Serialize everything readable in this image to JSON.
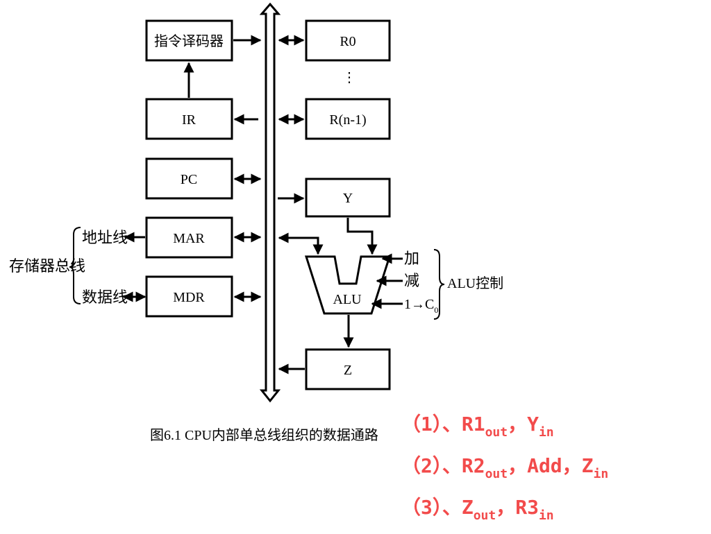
{
  "blocks": {
    "decoder": "指令译码器",
    "ir": "IR",
    "pc": "PC",
    "mar": "MAR",
    "mdr": "MDR",
    "r0": "R0",
    "vdots": "⋮",
    "rn1": "R(n-1)",
    "y": "Y",
    "alu": "ALU",
    "z": "Z"
  },
  "memory_bus": {
    "label": "存储器总线",
    "address_line": "地址线",
    "data_line": "数据线"
  },
  "alu_control": {
    "label": "ALU控制",
    "add": "加",
    "sub": "减",
    "carry_prefix": "1→C",
    "carry_sub": "0"
  },
  "caption": "图6.1  CPU内部单总线组织的数据通路",
  "steps": [
    {
      "prefix": "（1）、R1",
      "s1": "out",
      "mid": "，Y",
      "s2": "in",
      "mid2": "",
      "s3": ""
    },
    {
      "prefix": "（2）、R2",
      "s1": "out",
      "mid": "，Add，Z",
      "s2": "in",
      "mid2": "",
      "s3": ""
    },
    {
      "prefix": "（3）、Z",
      "s1": "out",
      "mid": "，R3",
      "s2": "in",
      "mid2": "",
      "s3": ""
    }
  ]
}
